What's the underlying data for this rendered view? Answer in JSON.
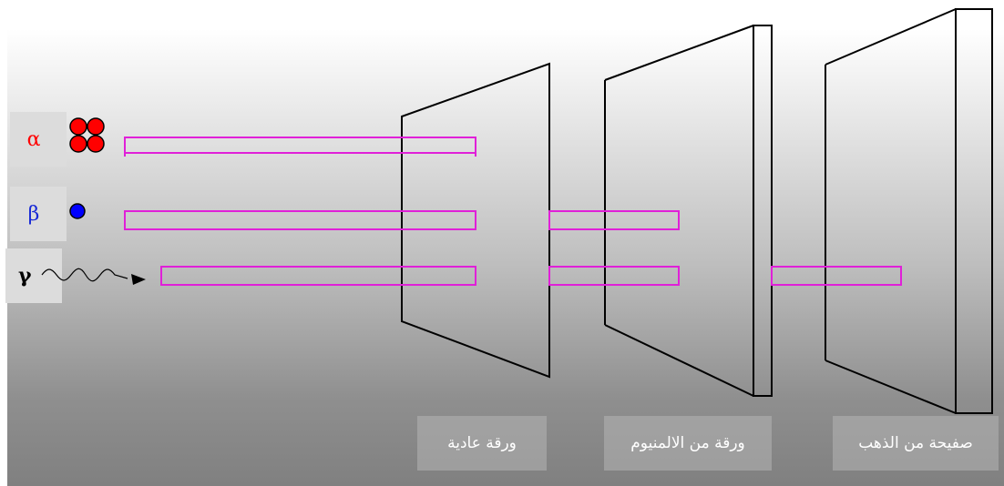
{
  "particles": {
    "alpha": {
      "symbol": "α",
      "color": "#ff0000"
    },
    "beta": {
      "symbol": "β",
      "color": "#1a2bd6"
    },
    "gamma": {
      "symbol": "γ",
      "color": "#000000"
    }
  },
  "shields": {
    "paper": {
      "label": "ورقة عادية"
    },
    "aluminium": {
      "label": "ورقة من الالمنيوم"
    },
    "gold": {
      "label": "صفيحة من الذهب"
    }
  },
  "colors": {
    "beam": "#e020d8",
    "alpha_dots": "#ff0000",
    "beta_dot": "#0000ff"
  }
}
